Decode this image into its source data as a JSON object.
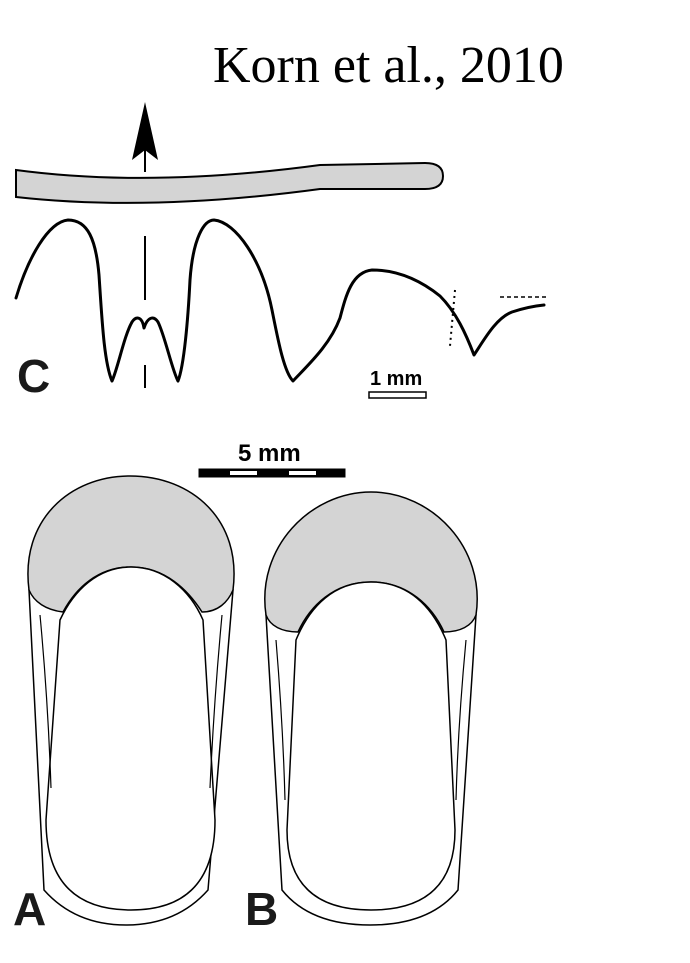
{
  "citation": "Korn et al., 2010",
  "panels": {
    "a": "A",
    "b": "B",
    "c": "C"
  },
  "scale_bars": {
    "small": "1 mm",
    "large": "5 mm"
  },
  "colors": {
    "outline": "#000000",
    "shell_fill": "#d4d4d4",
    "background": "#ffffff"
  }
}
